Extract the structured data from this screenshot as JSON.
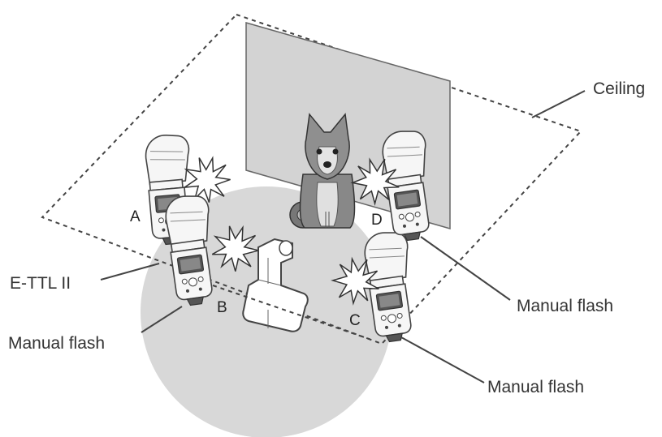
{
  "labels": {
    "ceiling": "Ceiling",
    "ettl": "E-TTL II",
    "manual_flash_b": "Manual flash",
    "manual_flash_c": "Manual flash",
    "manual_flash_d": "Manual flash"
  },
  "flash_letters": {
    "a": "A",
    "b": "B",
    "c": "C",
    "d": "D"
  },
  "colors": {
    "floor_circle": "#d8d8d8",
    "backdrop": "#d3d3d3",
    "outline": "#444444"
  },
  "icons": [
    "flash-unit-icon",
    "light-burst-icon",
    "dog-icon",
    "camera-icon"
  ]
}
